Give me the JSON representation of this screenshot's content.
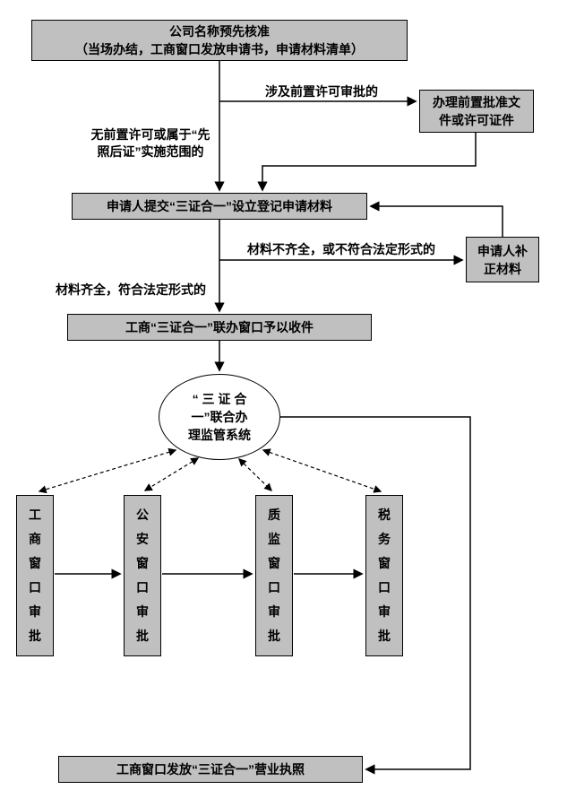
{
  "nodes": {
    "name_preapproval": "公司名称预先核准\n（当场办结，工商窗口发放申请书，申请材料清单）",
    "pre_permit": "办理前置批准文\n件或许可证件",
    "submit": "申请人提交“三证合一”设立登记申请材料",
    "supplement": "申请人补\n正材料",
    "acceptance": "工商“三证合一”联办窗口予以收件",
    "system": "“ 三 证 合\n一”联合办\n理监管系统",
    "departments": [
      "工商窗口审批",
      "公安窗口审批",
      "质监窗口审批",
      "税务窗口审批"
    ],
    "license": "工商窗口发放“三证合一”营业执照"
  },
  "edge_labels": {
    "pre_permit_branch": "涉及前置许可审批的",
    "no_pre_permit": "无前置许可或属于“先\n照后证”实施范围的",
    "materials_incomplete": "材料不齐全，或不符合法定形式的",
    "materials_complete": "材料齐全，符合法定形式的"
  },
  "colors": {
    "box_fill": "#c0c0c0",
    "box_border": "#000000",
    "line": "#000000",
    "background": "#ffffff"
  }
}
